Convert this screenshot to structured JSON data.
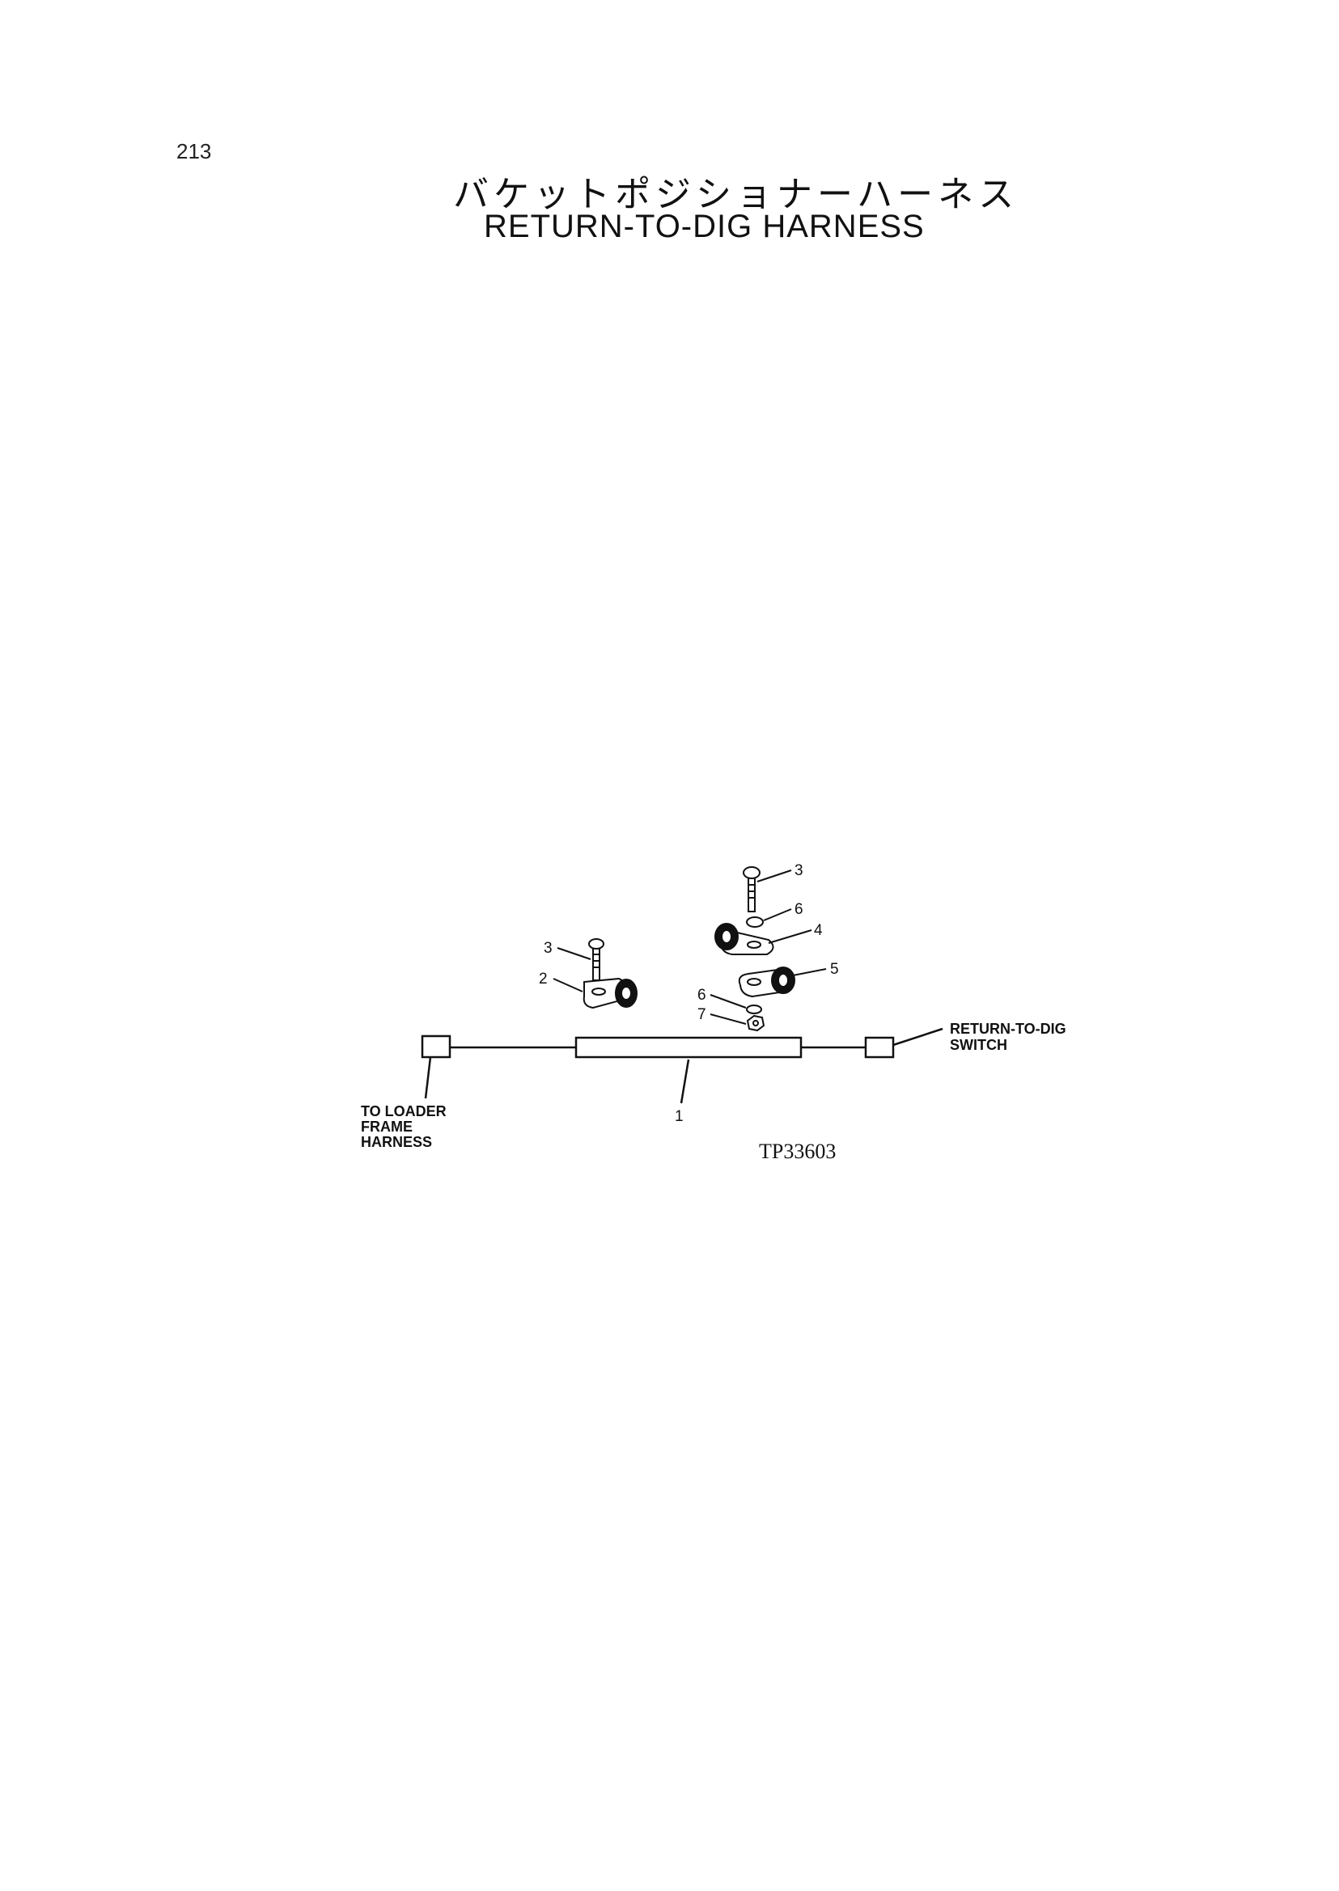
{
  "page_number": "213",
  "title_jp": "バケットポジショナーハーネス",
  "title_en": "RETURN-TO-DIG HARNESS",
  "callouts": {
    "c3a": "3",
    "c6a": "6",
    "c4": "4",
    "c5": "5",
    "c3b": "3",
    "c2": "2",
    "c6b": "6",
    "c7": "7",
    "c1": "1"
  },
  "labels": {
    "switch_line1": "RETURN-TO-DIG",
    "switch_line2": "SWITCH",
    "loader_line1": "TO LOADER",
    "loader_line2": "FRAME",
    "loader_line3": "HARNESS"
  },
  "figure_code": "TP33603"
}
